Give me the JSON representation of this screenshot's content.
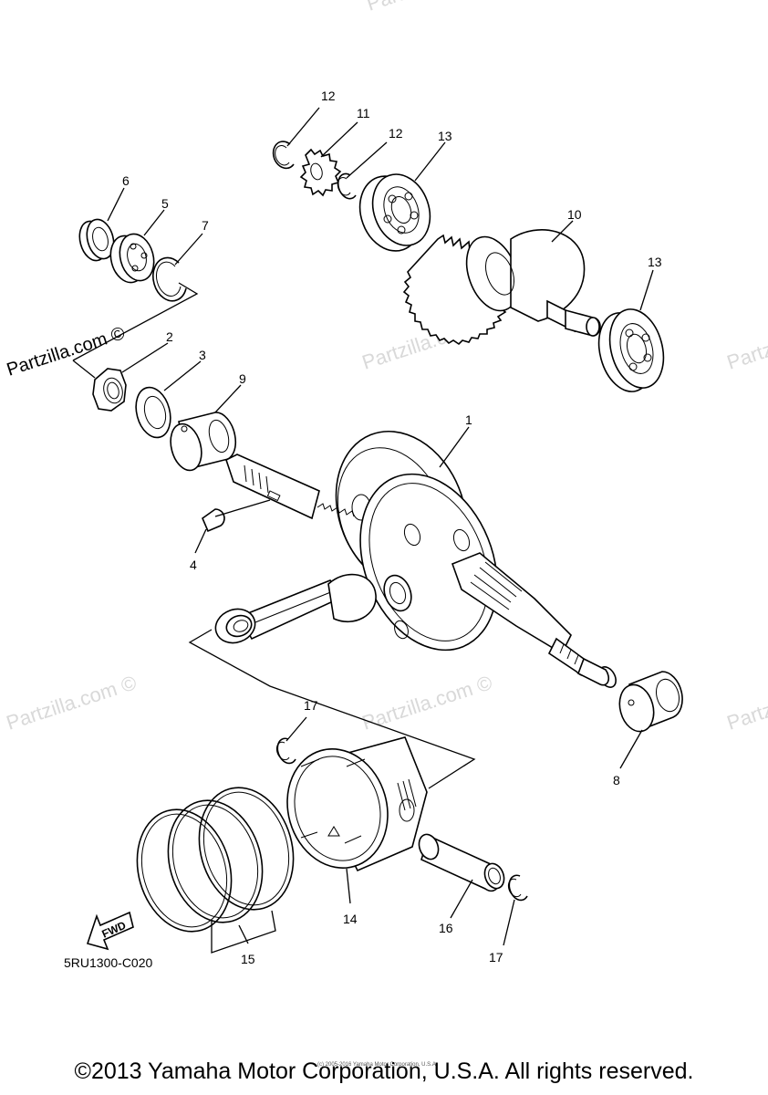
{
  "watermarks": {
    "main": "Partzilla.com ©",
    "faint": "Partzilla.com ©"
  },
  "callouts": {
    "c1": "1",
    "c2": "2",
    "c3": "3",
    "c4": "4",
    "c5": "5",
    "c6": "6",
    "c7": "7",
    "c8": "8",
    "c9": "9",
    "c10": "10",
    "c11": "11",
    "c12a": "12",
    "c12b": "12",
    "c13a": "13",
    "c13b": "13",
    "c14": "14",
    "c15": "15",
    "c16": "16",
    "c17a": "17",
    "c17b": "17"
  },
  "fwd_label": "FWD",
  "diagram_code": "5RU1300-C020",
  "fine_print": "(c) 2005-2016 Yamaha Motor Corporation, U.S.A.",
  "copyright": "©2013 Yamaha Motor Corporation, U.S.A. All rights reserved."
}
